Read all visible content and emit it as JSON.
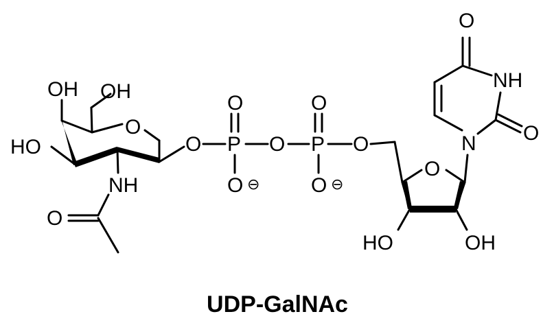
{
  "molecule": {
    "name": "UDP-GalNAc",
    "labels": {
      "oh_c6": "OH",
      "oh_c4": "OH",
      "o_ring_sugar": "O",
      "ho_c3": "HO",
      "nh": "NH",
      "o_acetyl": "O",
      "o_anomeric": "O",
      "p1": "P",
      "o_p1_top": "O",
      "o_p1_minus": "O",
      "o_bridge": "O",
      "p2": "P",
      "o_p2_top": "O",
      "o_p2_minus": "O",
      "o_5prime": "O",
      "o_ring_ribose": "O",
      "ho_ribose_3": "HO",
      "oh_ribose_2": "OH",
      "n1": "N",
      "nh_uracil": "NH",
      "o_uracil_c4": "O",
      "o_uracil_c2": "O",
      "charge_1": "⊖",
      "charge_2": "⊖"
    }
  }
}
